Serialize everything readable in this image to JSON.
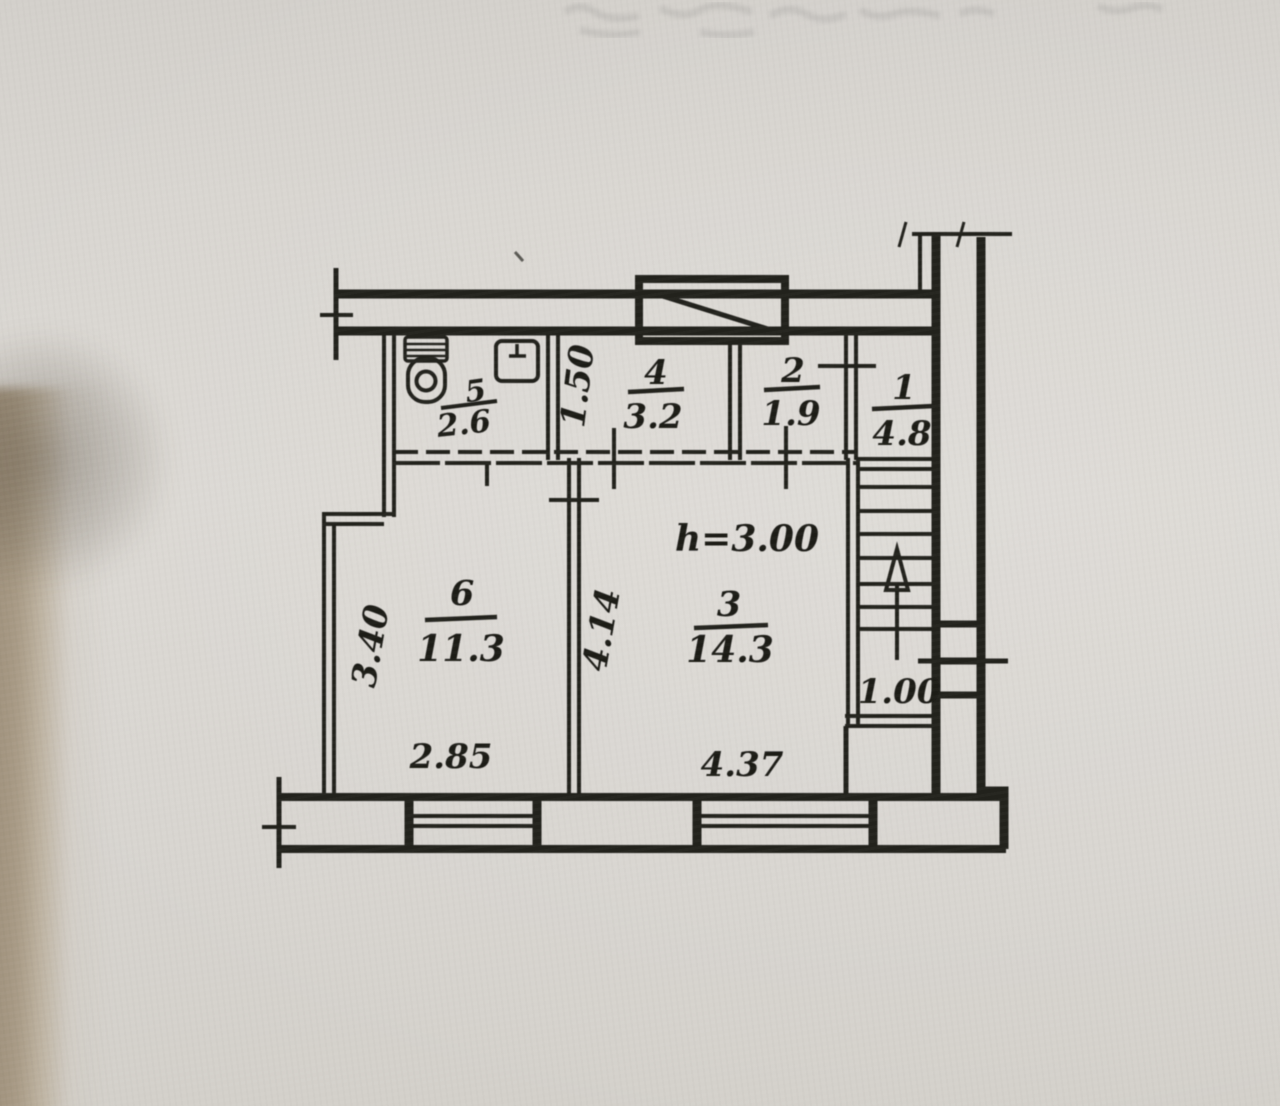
{
  "colors": {
    "ink": "#22211f",
    "paper": "#dad7d2",
    "table_edge": "#a89a85"
  },
  "plan": {
    "rooms": [
      {
        "number": "1",
        "area": "4.8"
      },
      {
        "number": "2",
        "area": "1.9"
      },
      {
        "number": "3",
        "area": "14.3"
      },
      {
        "number": "4",
        "area": "3.2"
      },
      {
        "number": "5",
        "area": "2.6"
      },
      {
        "number": "6",
        "area": "11.3"
      }
    ],
    "labels": {
      "ceiling_height": "h=3.00",
      "dim_hall_depth": "1.50",
      "dim_room6_side": "3.40",
      "dim_room6_bottom": "2.85",
      "dim_room3_side": "4.14",
      "dim_room3_bottom": "4.37",
      "dim_stairs_width": "1.00"
    },
    "icons": [
      "toilet-icon",
      "sink-icon",
      "stairs-up-arrow-icon",
      "balcony-hatch-box"
    ]
  }
}
